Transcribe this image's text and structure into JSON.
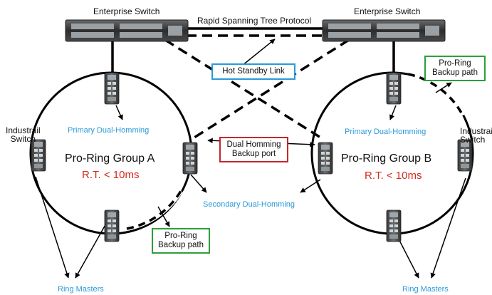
{
  "labels": {
    "enterprise_switch_left": "Enterprise Switch",
    "enterprise_switch_right": "Enterprise Switch",
    "rstp": "Rapid Spanning Tree Protocol",
    "hot_standby": "Hot Standby Link",
    "industrial_switch_left_line1": "Industrail",
    "industrial_switch_left_line2": "Switch",
    "industrial_switch_right_line1": "Industrail",
    "industrial_switch_right_line2": "Switch",
    "primary_dual_left": "Primary Dual-Homming",
    "primary_dual_right": "Primary Dual-Homming",
    "secondary_dual": "Secondary Dual-Homming",
    "group_a": "Pro-Ring Group A",
    "group_b": "Pro-Ring Group B",
    "rt_a": "R.T. < 10ms",
    "rt_b": "R.T. < 10ms",
    "dual_backup_line1": "Dual Homming",
    "dual_backup_line2": "Backup port",
    "backup_path_left_line1": "Pro-Ring",
    "backup_path_left_line2": "Backup path",
    "backup_path_right_line1": "Pro-Ring",
    "backup_path_right_line2": "Backup path",
    "ring_masters_left": "Ring Masters",
    "ring_masters_right": "Ring Masters"
  },
  "colors": {
    "blue_text": "#2a9ad8",
    "red_text": "#d42a1e",
    "hot_standby_border": "#2a9ad8",
    "dual_backup_border": "#c4272d",
    "backup_path_border": "#2e9e3a",
    "line": "#000000"
  },
  "icons": [
    "enterprise-switch-icon",
    "industrial-switch-icon",
    "arrow-icon"
  ]
}
